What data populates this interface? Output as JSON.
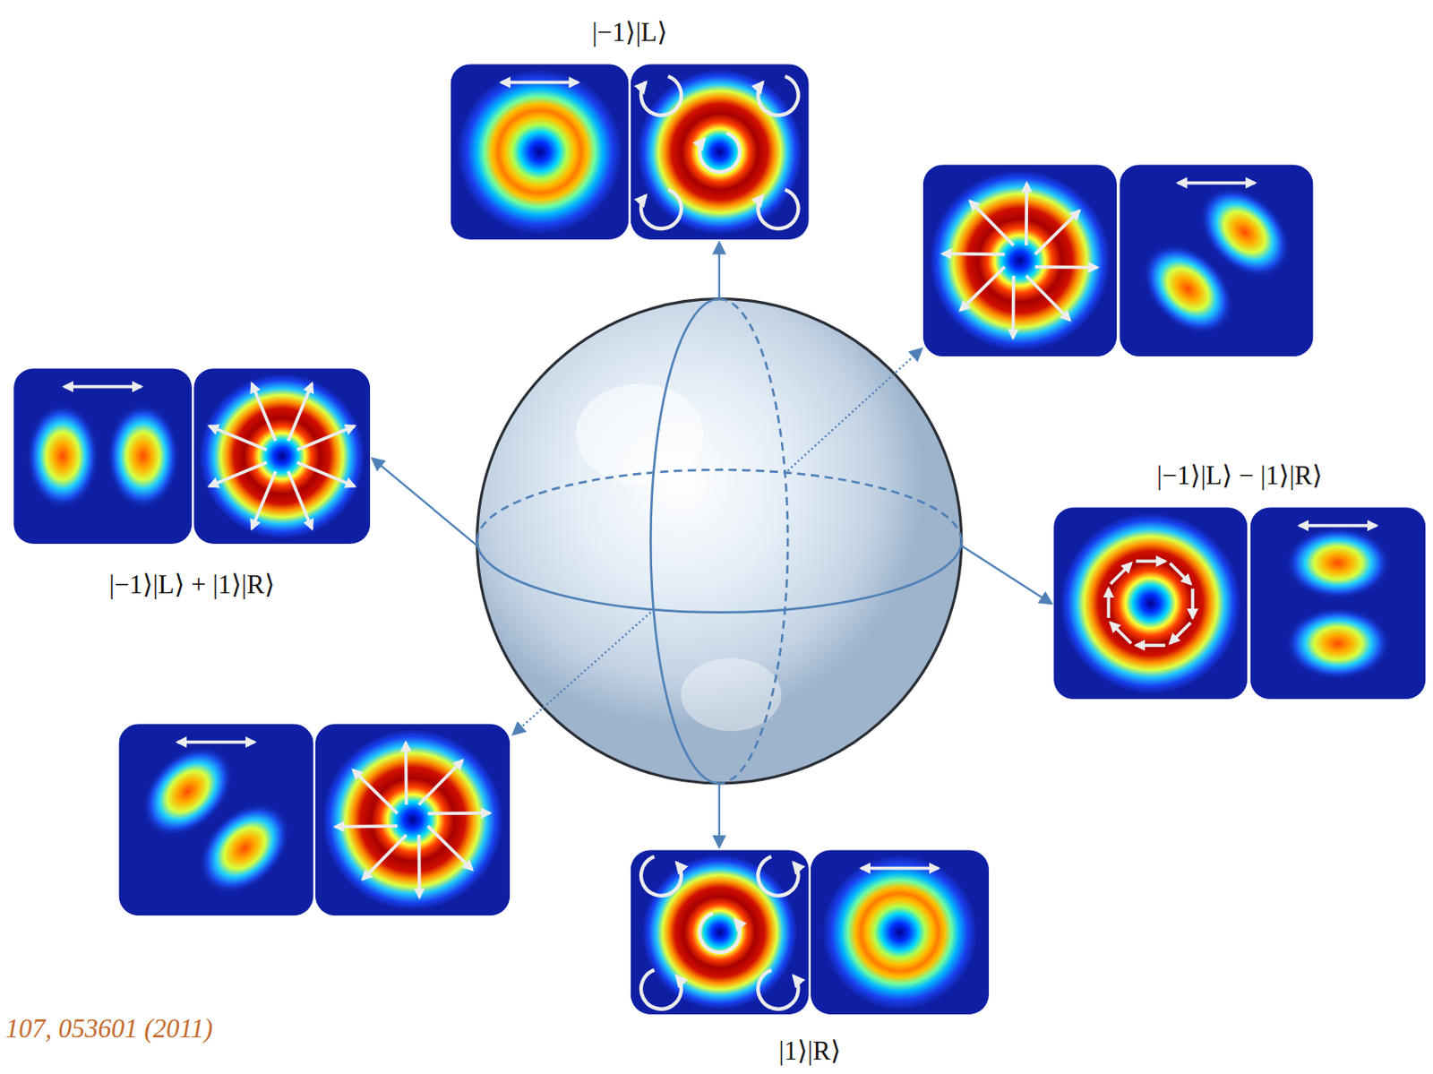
{
  "diagram": {
    "nodes": [
      {
        "text": [
          "|−1⟩|L⟩"
        ]
      },
      {
        "text": [
          "|−1⟩|L⟩ + |1⟩|R⟩"
        ]
      },
      {
        "text": [
          "|−1⟩|L⟩ − |1⟩|R⟩"
        ]
      },
      {
        "text": [
          "|1⟩|R⟩"
        ]
      }
    ],
    "labels": [
      "107, 053601 (2011)"
    ]
  }
}
